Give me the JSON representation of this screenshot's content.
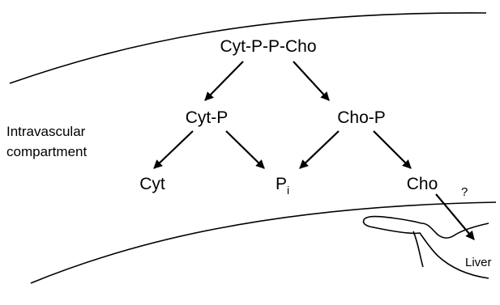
{
  "colors": {
    "ink": "#000000",
    "background": "#ffffff"
  },
  "compartment": {
    "label_line1": "Intravascular",
    "label_line2": "compartment"
  },
  "nodes": {
    "cdp_choline": "Cyt-P-P-Cho",
    "cmp": "Cyt-P",
    "phosphocholine": "Cho-P",
    "cytidine": "Cyt",
    "phosphate_main": "P",
    "phosphate_sub": "i",
    "choline": "Cho"
  },
  "liver": {
    "label": "Liver",
    "uptake_mark": "?"
  }
}
